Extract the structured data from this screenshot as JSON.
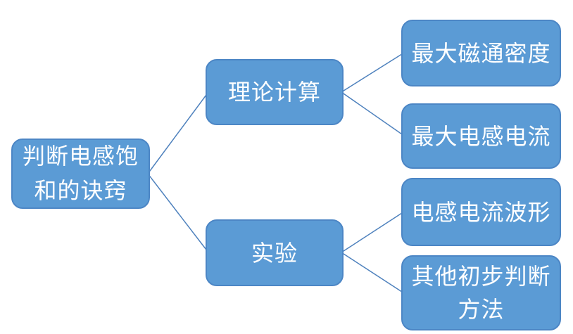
{
  "diagram": {
    "root": {
      "label": "判断电感饱和的诀窍"
    },
    "branches": [
      {
        "label": "理论计算",
        "children": [
          {
            "label": "最大磁通密度"
          },
          {
            "label": "最大电感电流"
          }
        ]
      },
      {
        "label": "实验",
        "children": [
          {
            "label": "电感电流波形"
          },
          {
            "label": "其他初步判断方法"
          }
        ]
      }
    ],
    "colors": {
      "node_fill": "#5B9BD5",
      "node_border": "#4C86C5",
      "connector": "#4E81BD",
      "label_text": "#FFFFFF",
      "background": "#FFFFFF"
    }
  }
}
